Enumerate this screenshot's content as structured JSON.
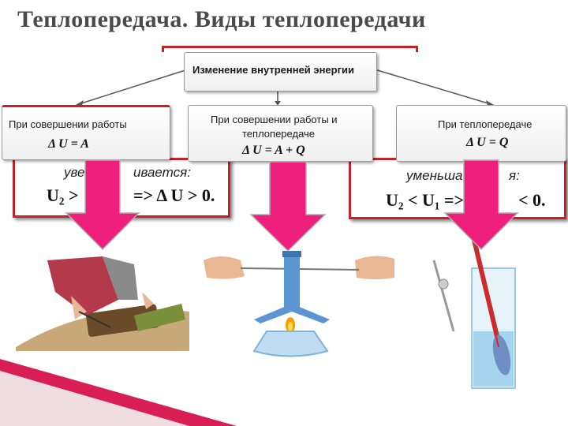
{
  "title": "Теплопередача. Виды теплопередачи",
  "top_box": {
    "label": "Изменение внутренней энергии"
  },
  "boxes": [
    {
      "label": "При совершении работы",
      "formula": "Δ U = A"
    },
    {
      "label_line1": "При совершении работы и",
      "label_line2": "теплопередаче",
      "formula": "Δ U = A + Q"
    },
    {
      "label": "При теплопередаче",
      "formula": "Δ U = Q"
    }
  ],
  "left_red": {
    "text1": "уве",
    "text1b": "ивается:",
    "line2a": "U₂ >",
    "line2b": "=> Δ U > 0."
  },
  "right_red": {
    "text1": "уменьша",
    "text1b": "я:",
    "line2a": "U₂ < U₁ =>",
    "line2b": "< 0."
  },
  "colors": {
    "accent_red": "#c8202a",
    "arrow_pink": "#ee1f7c",
    "arrow_outline": "#b0b0b0"
  },
  "illustrations": [
    {
      "icon": "sawing-wood-hands-icon"
    },
    {
      "icon": "spirit-lamp-rope-friction-icon"
    },
    {
      "icon": "spoon-in-hot-water-glass-icon"
    }
  ]
}
